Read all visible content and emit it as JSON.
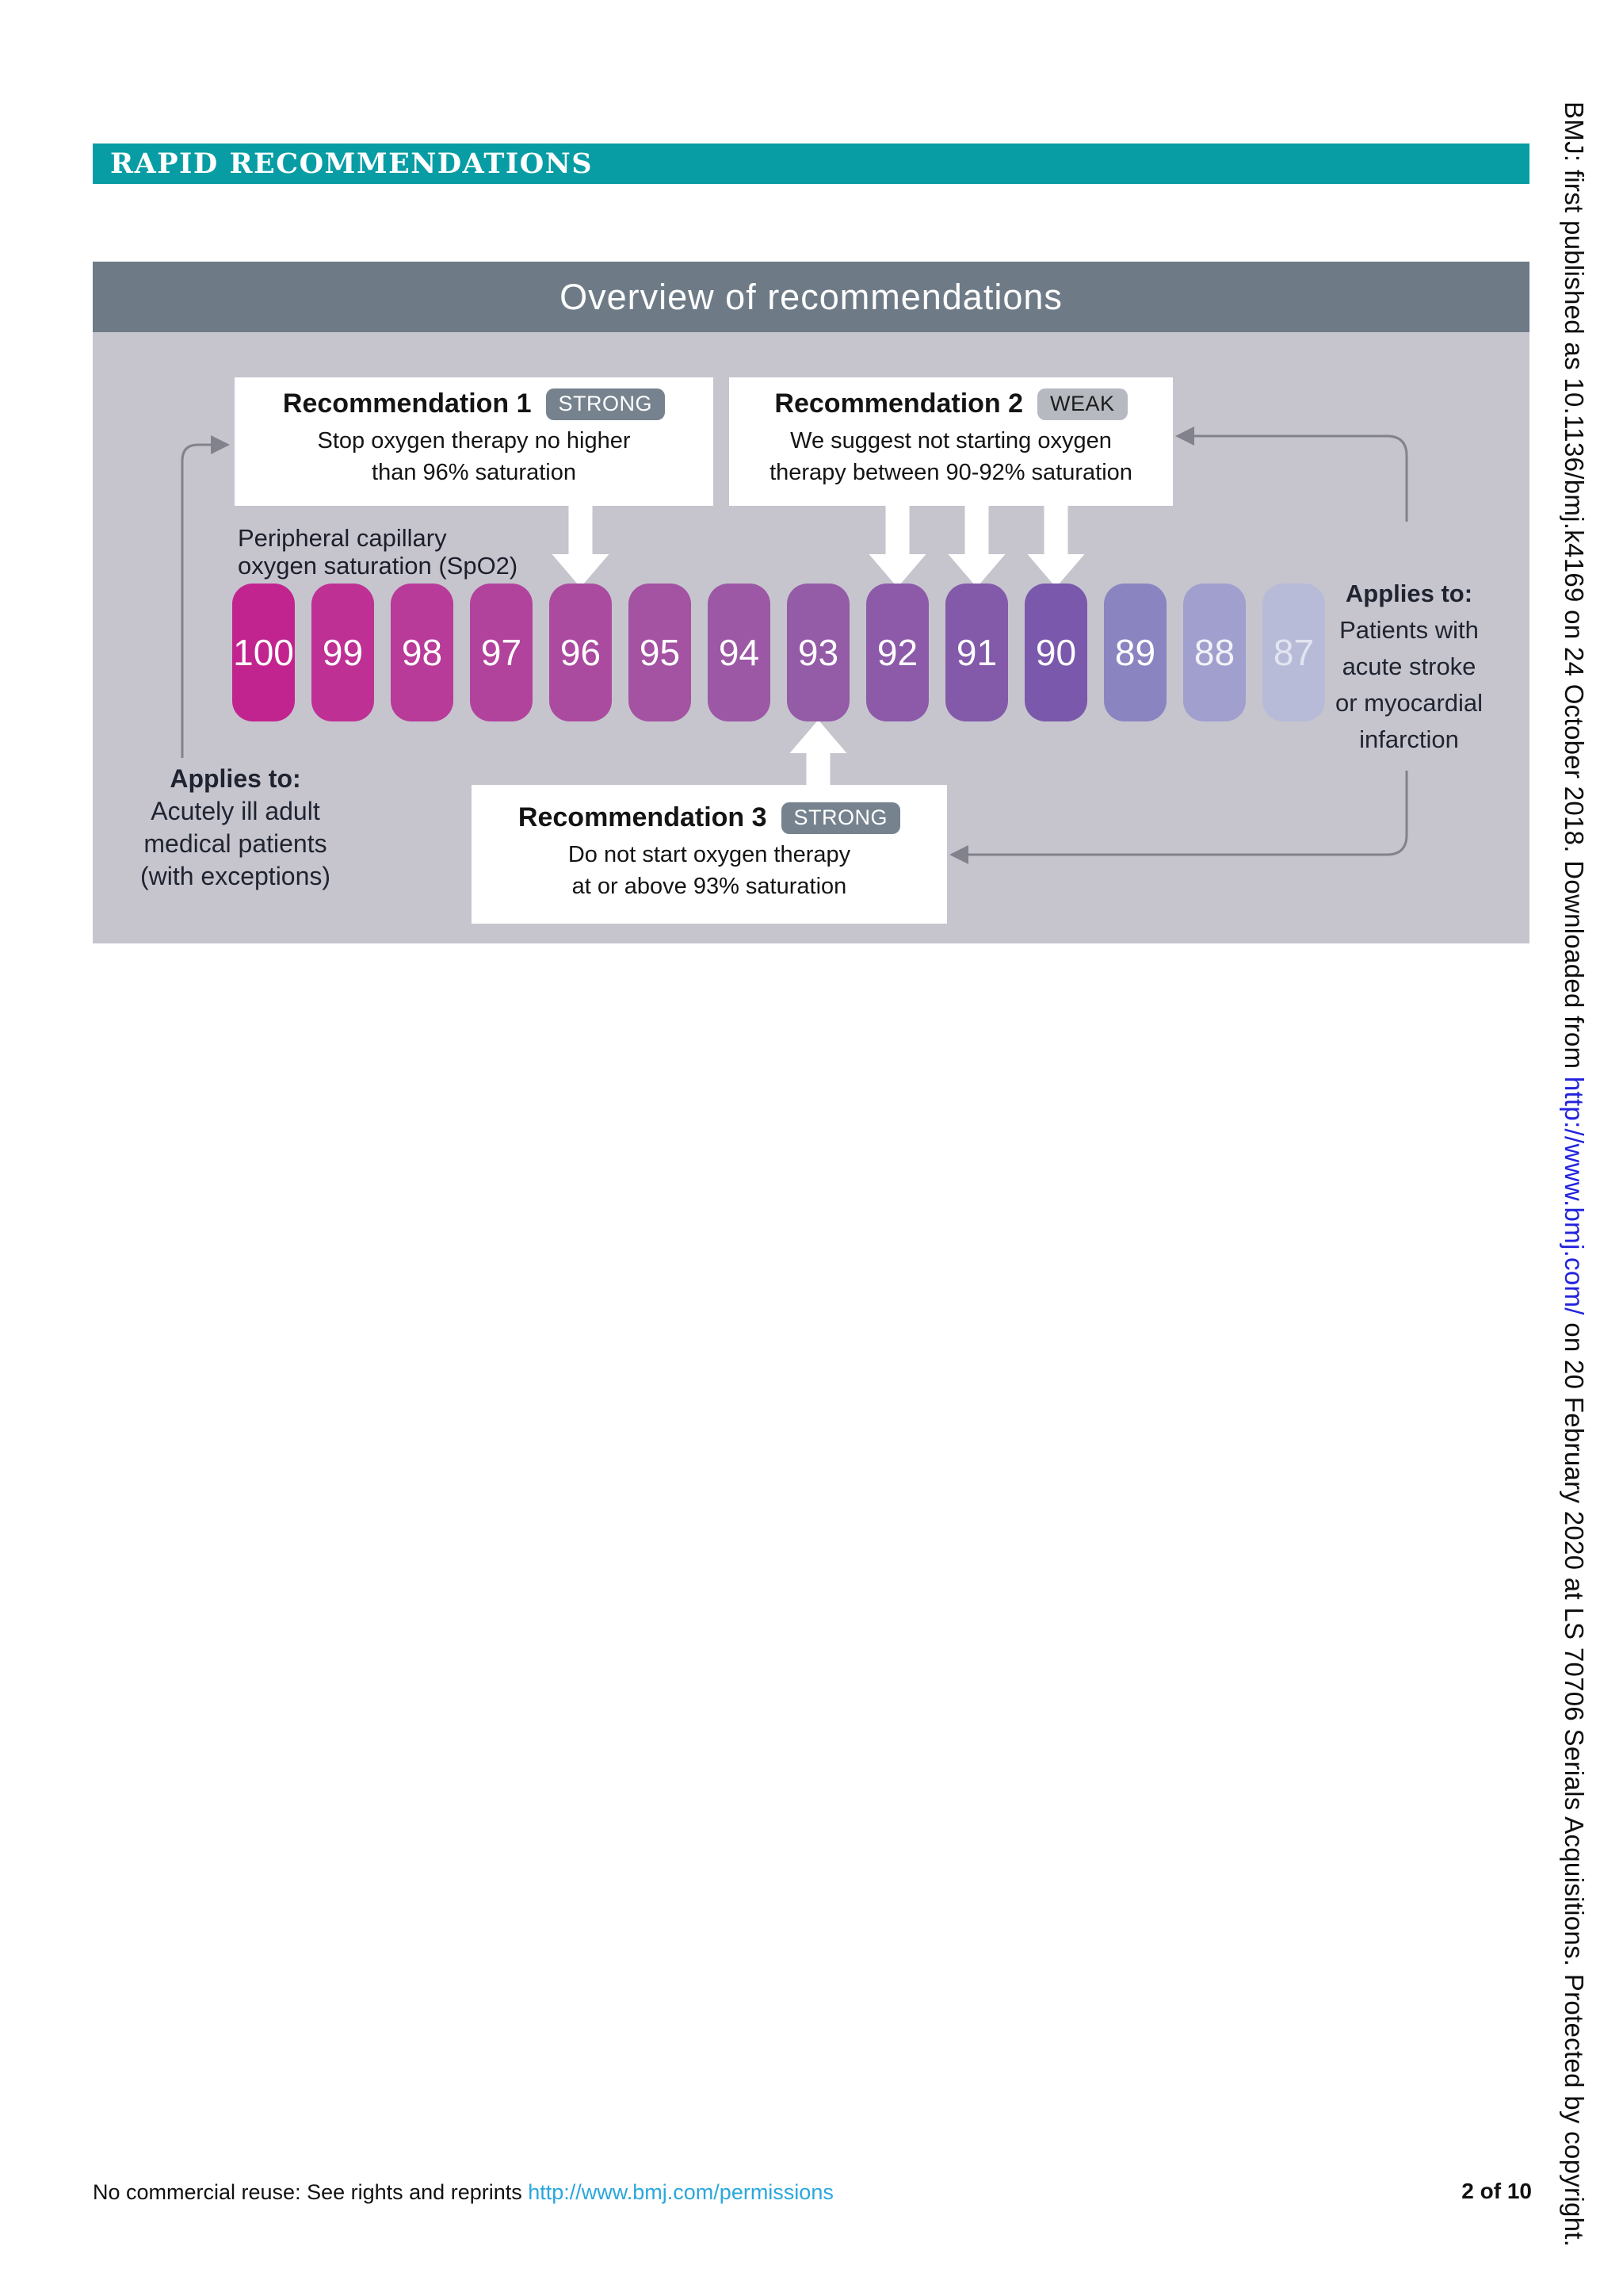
{
  "banner": {
    "label": "RAPID RECOMMENDATIONS",
    "bg": "#089da4"
  },
  "overview": {
    "title": "Overview of recommendations",
    "header_bg": "#6e7b87",
    "panel_bg": "#c6c5ce",
    "spo2_label": {
      "line1": "Peripheral capillary",
      "line2": "oxygen saturation (SpO2)"
    },
    "recommendations": [
      {
        "title": "Recommendation 1",
        "strength": "STRONG",
        "line1": "Stop oxygen therapy no higher",
        "line2": "than 96% saturation"
      },
      {
        "title": "Recommendation 2",
        "strength": "WEAK",
        "line1": "We suggest not starting oxygen",
        "line2": "therapy between 90-92% saturation"
      },
      {
        "title": "Recommendation 3",
        "strength": "STRONG",
        "line1": "Do not start oxygen therapy",
        "line2": "at or above 93% saturation"
      }
    ],
    "badge_colors": {
      "strong_bg": "#76838f",
      "strong_text": "#ffffff",
      "weak_bg": "#b6b9c0",
      "weak_text": "#1c1c1c"
    },
    "applies_left": {
      "heading": "Applies to:",
      "lines": [
        "Acutely ill adult",
        "medical patients",
        "(with exceptions)"
      ]
    },
    "applies_right": {
      "heading": "Applies to:",
      "lines": [
        "Patients with",
        "acute stroke",
        "or myocardial",
        "infarction"
      ]
    },
    "scale": {
      "values": [
        100,
        99,
        98,
        97,
        96,
        95,
        94,
        93,
        92,
        91,
        90,
        89,
        88,
        87
      ],
      "colors": [
        "#c2248f",
        "#bf3095",
        "#b83a99",
        "#b2439c",
        "#ab4b9f",
        "#a452a2",
        "#9c58a5",
        "#945ba7",
        "#8c5aa9",
        "#8359aa",
        "#7a58ab",
        "#8a84c1",
        "#a09fce",
        "#b8bbd8"
      ],
      "text_colors": [
        "#ffffff",
        "#ffffff",
        "#ffffff",
        "#ffffff",
        "#ffffff",
        "#ffffff",
        "#ffffff",
        "#ffffff",
        "#ffffff",
        "#ffffff",
        "#ffffff",
        "#ffffff",
        "#f2f2f8",
        "#e2e5f0"
      ]
    }
  },
  "sidebar": {
    "text_before": "BMJ: first published as 10.1136/bmj.k4169 on 24 October 2018. Downloaded from ",
    "link": "http://www.bmj.com/",
    "text_after": " on 20 February 2020 at LS 70706 Serials Acquisitions. Protected by copyright.",
    "link_color": "#2323dd"
  },
  "footer": {
    "notice": "No commercial reuse: See rights and reprints ",
    "link": "http://www.bmj.com/permissions",
    "link_color": "#2aa7dd",
    "page": "2 of 10"
  }
}
